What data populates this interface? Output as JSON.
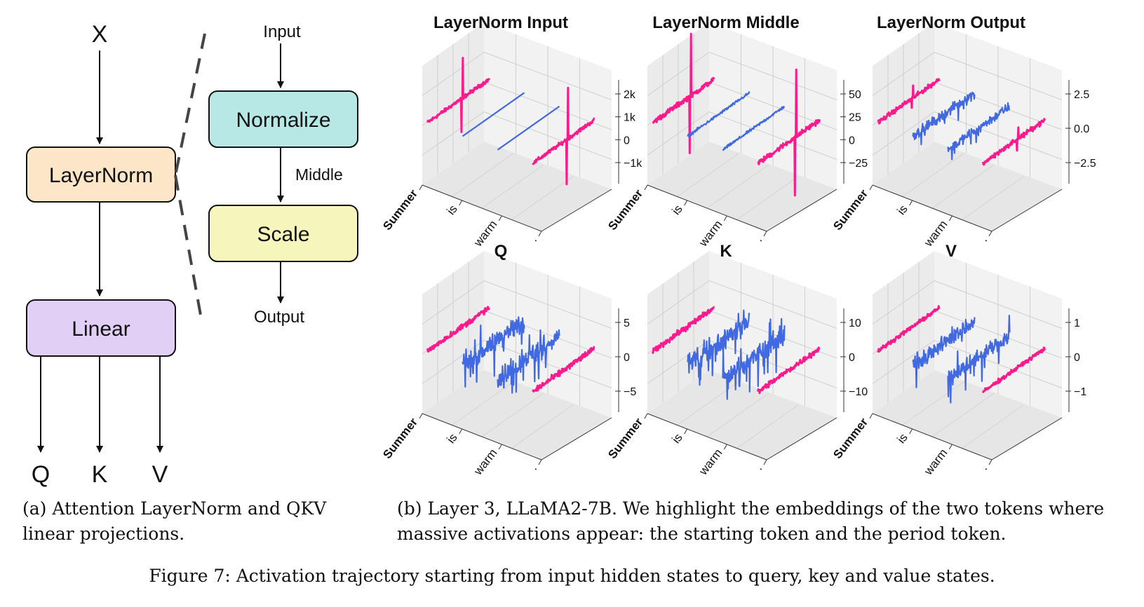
{
  "diagram": {
    "x_label": "X",
    "layernorm_label": "LayerNorm",
    "linear_label": "Linear",
    "input_label": "Input",
    "normalize_label": "Normalize",
    "middle_label": "Middle",
    "scale_label": "Scale",
    "output_label": "Output",
    "outputs": [
      "Q",
      "K",
      "V"
    ],
    "colors": {
      "layernorm": "#fde5c8",
      "linear": "#e1cff5",
      "normalize": "#b8e8e6",
      "scale": "#f6f5bb"
    }
  },
  "captions": {
    "a": "(a) Attention LayerNorm and QKV linear projections.",
    "b": "(b) Layer 3, LLaMA2-7B. We highlight the embeddings of the two tokens where massive activations appear: the starting token and the period token.",
    "figure": "Figure 7: Activation trajectory starting from input hidden states to query, key and value states."
  },
  "chart_data": [
    {
      "type": "line3d",
      "title": "LayerNorm Input",
      "x_tick_labels": [
        "Summer",
        "is",
        "warm",
        "."
      ],
      "z_ticks": [
        2000,
        1000,
        0,
        -1000
      ],
      "z_tick_labels": [
        "2k",
        "1k",
        "0",
        "−1k"
      ],
      "series_colors": {
        "highlighted": "#ff1a8c",
        "other": "#4169e1"
      }
    },
    {
      "type": "line3d",
      "title": "LayerNorm Middle",
      "x_tick_labels": [
        "Summer",
        "is",
        "warm",
        "."
      ],
      "z_ticks": [
        50,
        25,
        0,
        -25
      ],
      "z_tick_labels": [
        "50",
        "25",
        "0",
        "−25"
      ],
      "series_colors": {
        "highlighted": "#ff1a8c",
        "other": "#4169e1"
      }
    },
    {
      "type": "line3d",
      "title": "LayerNorm Output",
      "x_tick_labels": [
        "Summer",
        "is",
        "warm",
        "."
      ],
      "z_ticks": [
        2.5,
        0,
        -2.5
      ],
      "z_tick_labels": [
        "2.5",
        "0.0",
        "−2.5"
      ],
      "series_colors": {
        "highlighted": "#ff1a8c",
        "other": "#4169e1"
      }
    },
    {
      "type": "line3d",
      "title": "Q",
      "x_tick_labels": [
        "Summer",
        "is",
        "warm",
        "."
      ],
      "z_ticks": [
        5,
        0,
        -5
      ],
      "z_tick_labels": [
        "5",
        "0",
        "−5"
      ],
      "series_colors": {
        "highlighted": "#ff1a8c",
        "other": "#4169e1"
      }
    },
    {
      "type": "line3d",
      "title": "K",
      "x_tick_labels": [
        "Summer",
        "is",
        "warm",
        "."
      ],
      "z_ticks": [
        10,
        0,
        -10
      ],
      "z_tick_labels": [
        "10",
        "0",
        "−10"
      ],
      "series_colors": {
        "highlighted": "#ff1a8c",
        "other": "#4169e1"
      }
    },
    {
      "type": "line3d",
      "title": "V",
      "x_tick_labels": [
        "Summer",
        "is",
        "warm",
        "."
      ],
      "z_ticks": [
        1,
        0,
        -1
      ],
      "z_tick_labels": [
        "1",
        "0",
        "−1"
      ],
      "series_colors": {
        "highlighted": "#ff1a8c",
        "other": "#4169e1"
      }
    }
  ]
}
